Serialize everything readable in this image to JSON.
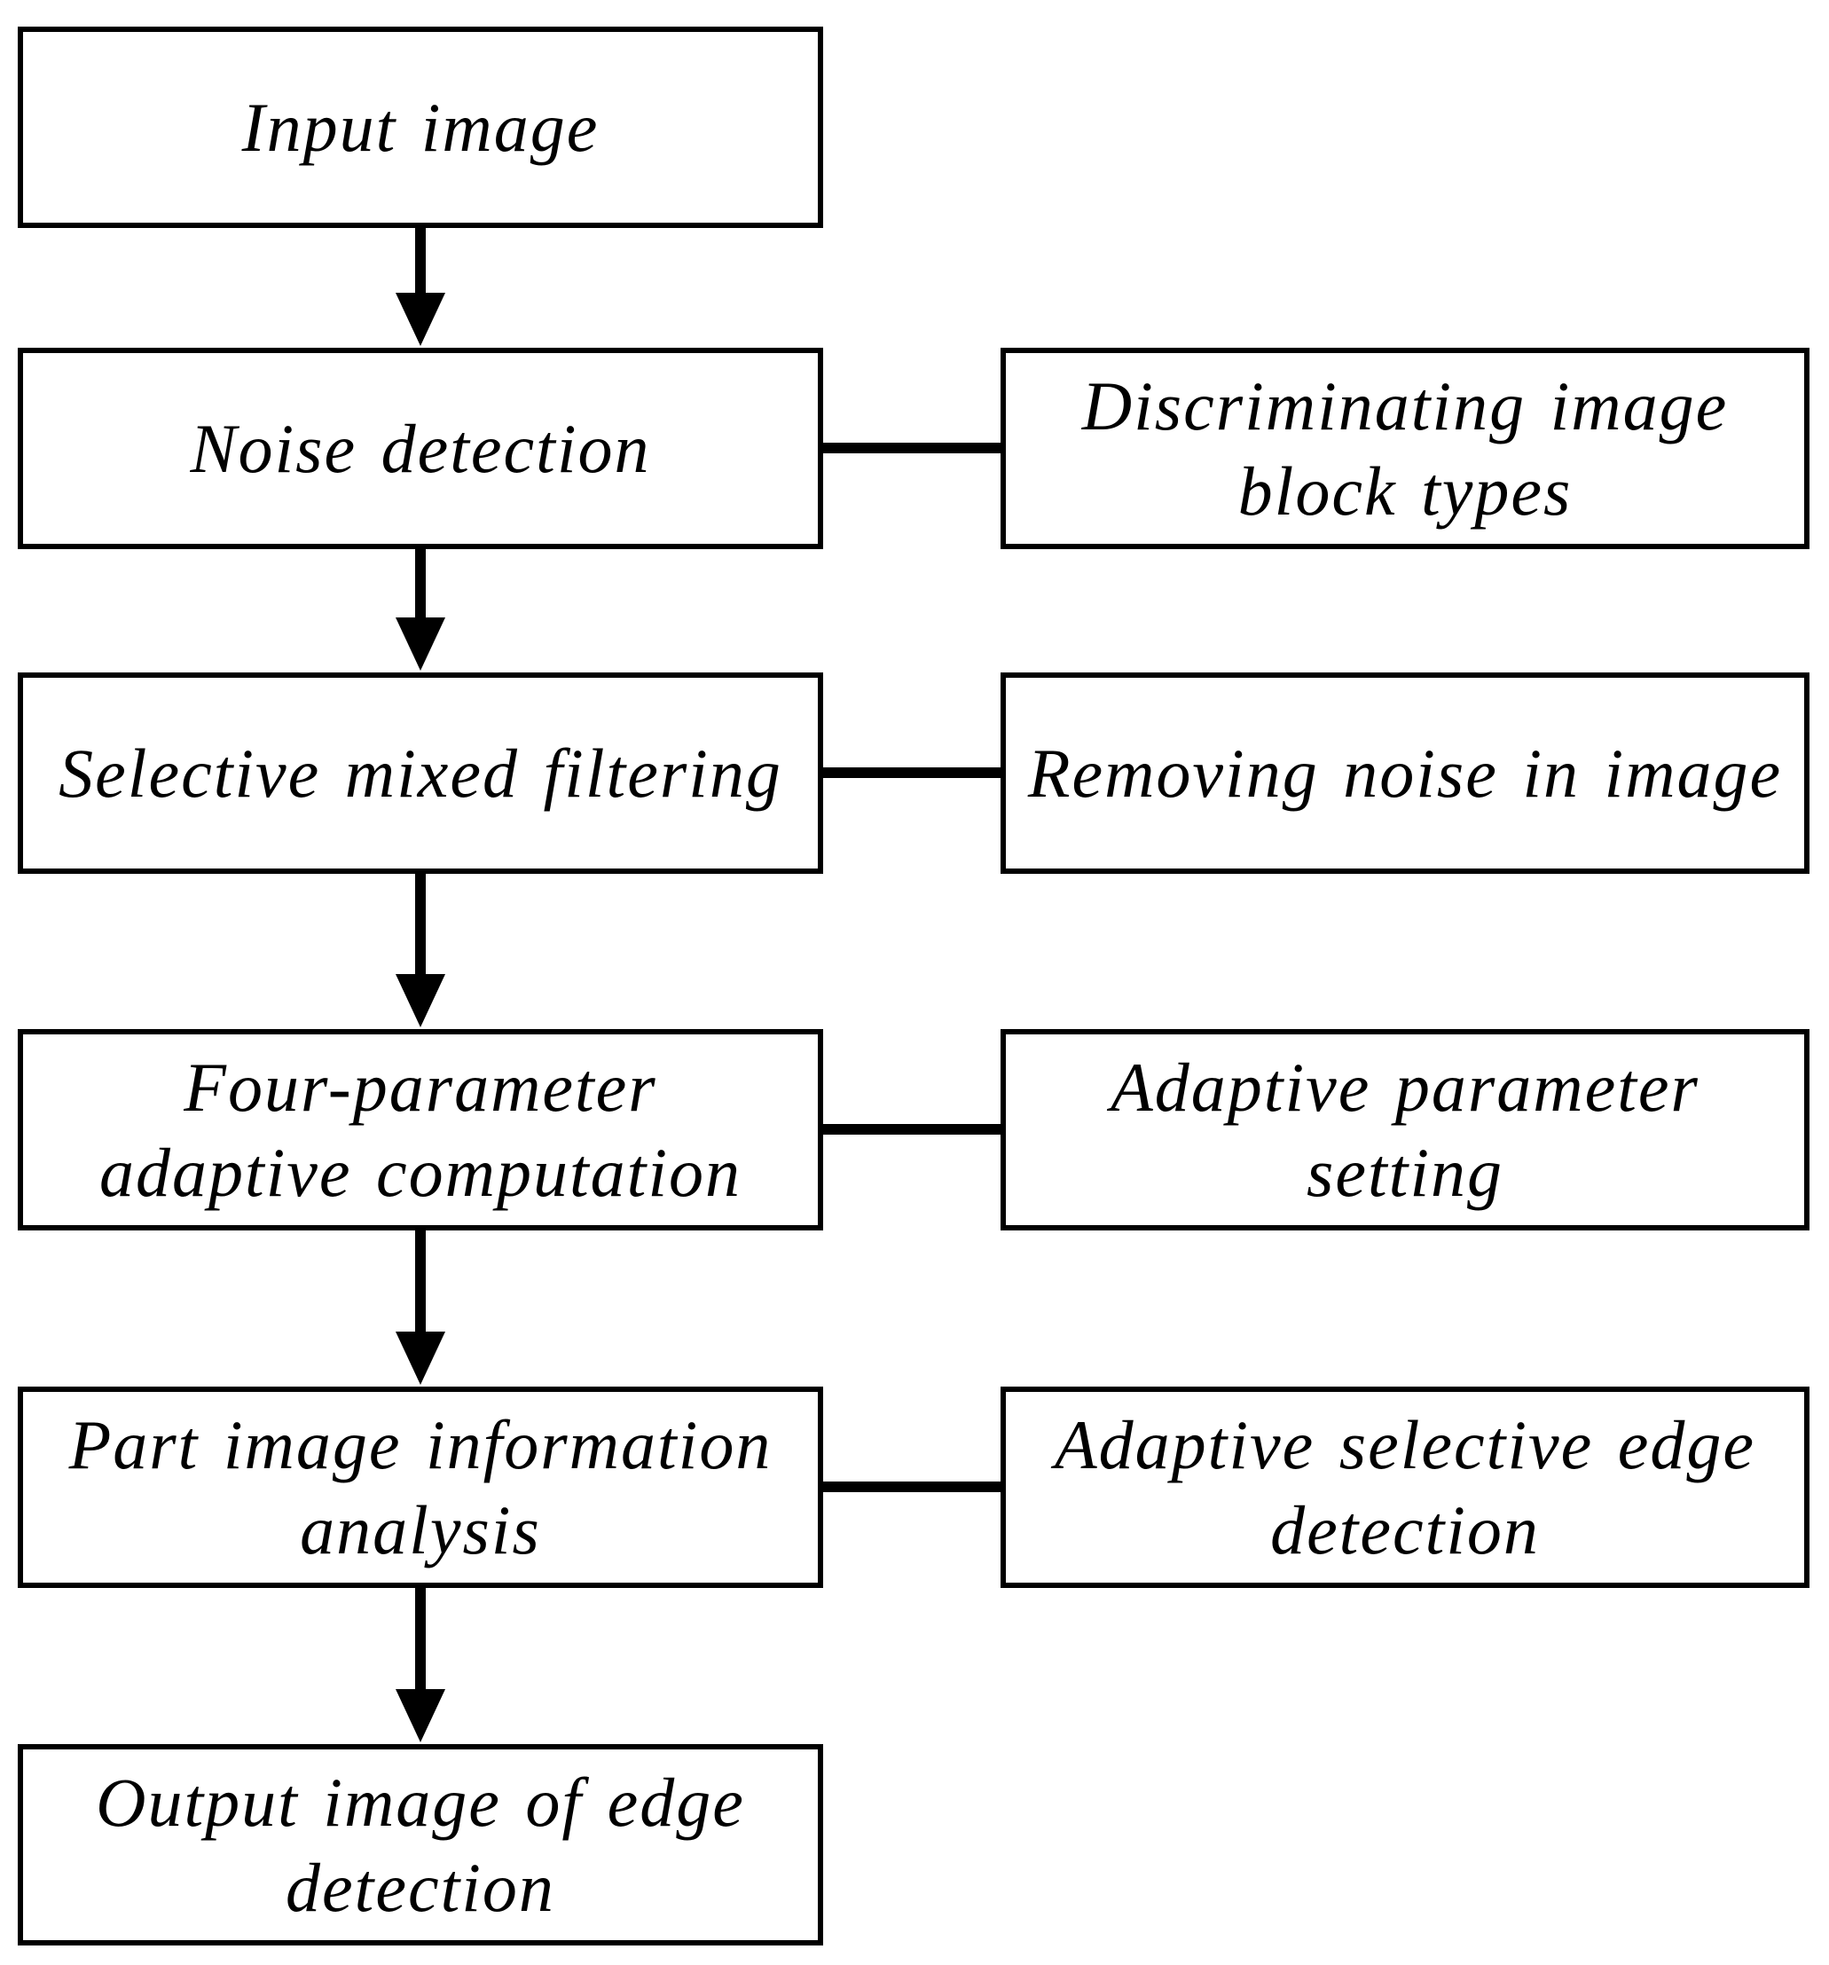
{
  "flow_steps": [
    {
      "label": "Input image"
    },
    {
      "label": "Noise detection"
    },
    {
      "label": "Selective mixed filtering"
    },
    {
      "label": "Four-parameter\nadaptive computation"
    },
    {
      "label": "Part image information\nanalysis"
    },
    {
      "label": "Output image of edge\ndetection"
    }
  ],
  "side_notes": [
    {
      "label": "Discriminating image\nblock types"
    },
    {
      "label": "Removing noise in image"
    },
    {
      "label": "Adaptive parameter\nsetting"
    },
    {
      "label": "Adaptive selective edge\ndetection"
    }
  ],
  "colors": {
    "stroke": "#000000",
    "background": "#ffffff"
  }
}
